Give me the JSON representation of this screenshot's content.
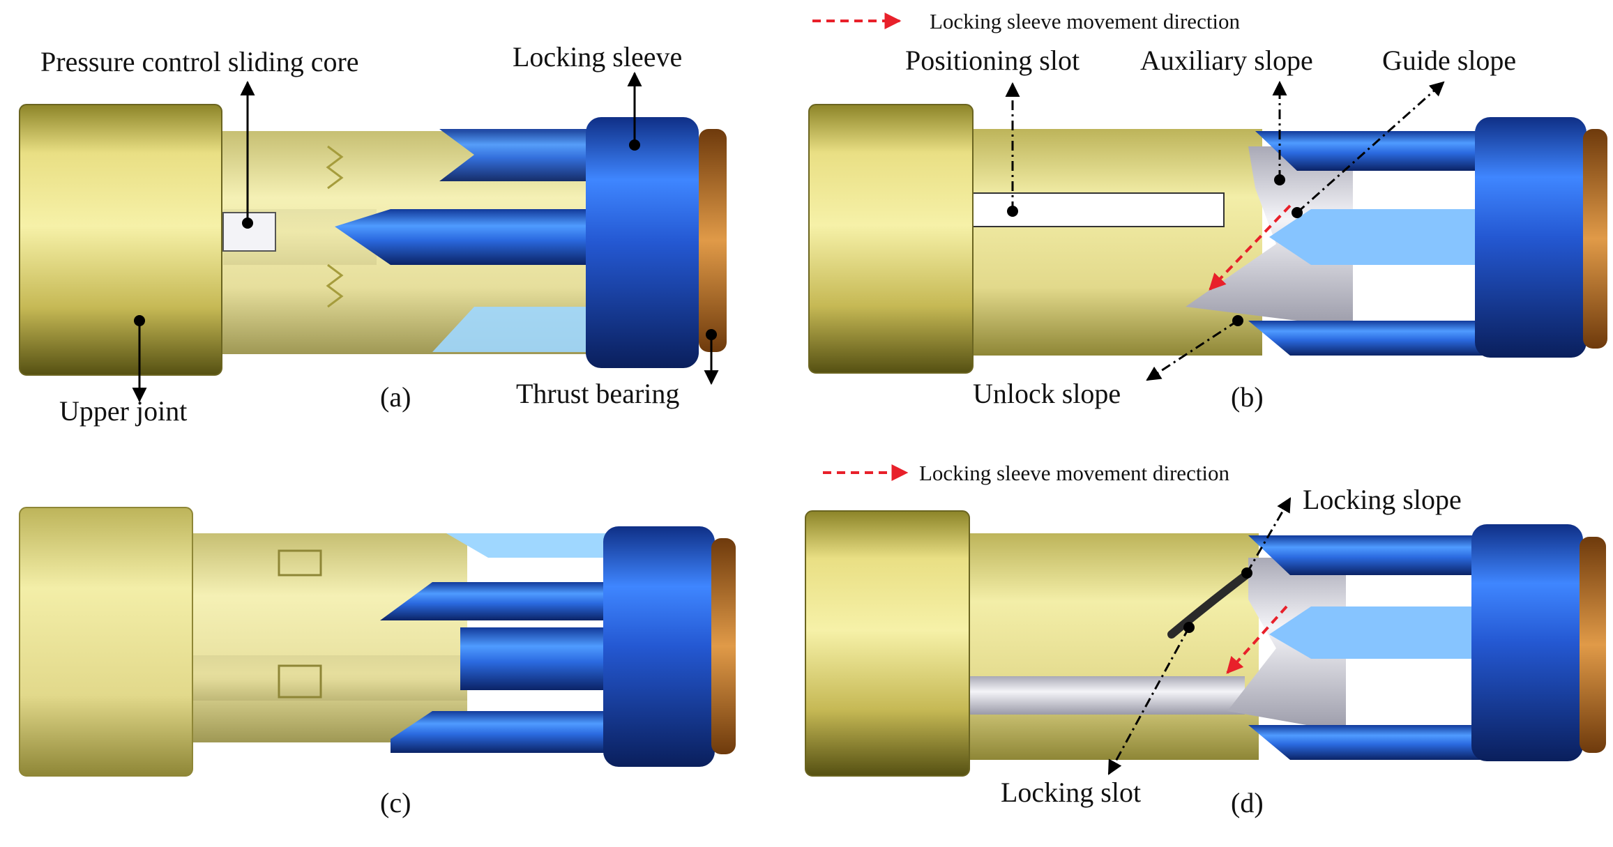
{
  "colors": {
    "gold_light": "#f4ee9c",
    "gold_mid": "#cbbd58",
    "gold_dark": "#5c5616",
    "blue_light": "#5aa8ff",
    "blue_mid": "#2a63d6",
    "blue_dark": "#0d2a6e",
    "sky_blue": "#9fd7ff",
    "silver": "#e4e4ec",
    "bearing_orange": "#b86a20",
    "arrow_red": "#e8202a",
    "leader_black": "#000000"
  },
  "panels": {
    "a": {
      "caption": "(a)",
      "labels": {
        "pressure_control_sliding_core": "Pressure control sliding core",
        "locking_sleeve": "Locking sleeve",
        "upper_joint": "Upper joint",
        "thrust_bearing": "Thrust bearing"
      }
    },
    "b": {
      "caption": "(b)",
      "legend": "Locking sleeve movement direction",
      "labels": {
        "positioning_slot": "Positioning slot",
        "auxiliary_slope": "Auxiliary slope",
        "guide_slope": "Guide slope",
        "unlock_slope": "Unlock slope"
      }
    },
    "c": {
      "caption": "(c)"
    },
    "d": {
      "caption": "(d)",
      "legend": "Locking sleeve movement direction",
      "labels": {
        "locking_slope": "Locking slope",
        "locking_slot": "Locking slot"
      }
    }
  }
}
